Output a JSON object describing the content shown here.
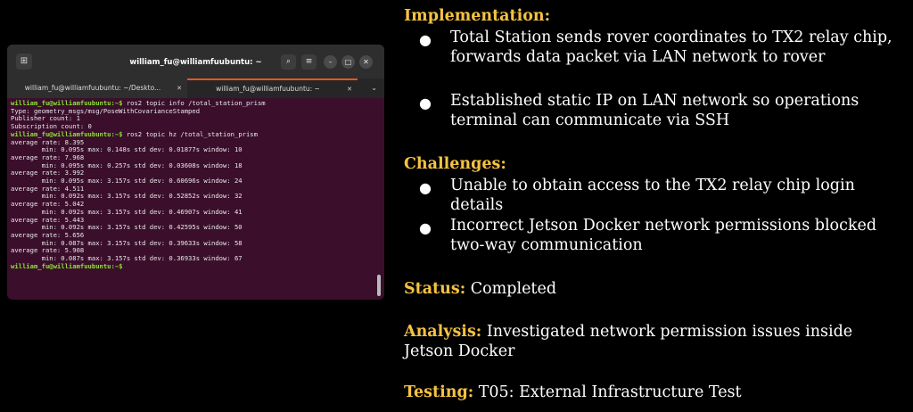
{
  "terminal": {
    "window_title": "william_fu@williamfuubuntu: ~",
    "tabs": [
      {
        "label": "william_fu@williamfuubuntu: ~/Deskto...",
        "close": "✕"
      },
      {
        "label": "william_fu@williamfuubuntu: ~",
        "close": "✕"
      }
    ],
    "prompt": "william_fu@williamfuubuntu:~$",
    "lines": [
      {
        "prompt": "william_fu@williamfuubuntu:~$",
        "text": " ros2 topic info /total_station_prism"
      },
      {
        "text": "Type: geometry_msgs/msg/PoseWithCovarianceStamped"
      },
      {
        "text": "Publisher count: 1"
      },
      {
        "text": "Subscription count: 0"
      },
      {
        "prompt": "william_fu@williamfuubuntu:~$",
        "text": " ros2 topic hz /total_station_prism"
      },
      {
        "text": "average rate: 8.395"
      },
      {
        "text": "        min: 0.095s max: 0.148s std dev: 0.01877s window: 10"
      },
      {
        "text": "average rate: 7.968"
      },
      {
        "text": "        min: 0.095s max: 0.257s std dev: 0.03608s window: 18"
      },
      {
        "text": "average rate: 3.992"
      },
      {
        "text": "        min: 0.095s max: 3.157s std dev: 0.60696s window: 24"
      },
      {
        "text": "average rate: 4.511"
      },
      {
        "text": "        min: 0.092s max: 3.157s std dev: 0.52852s window: 32"
      },
      {
        "text": "average rate: 5.042"
      },
      {
        "text": "        min: 0.092s max: 3.157s std dev: 0.46907s window: 41"
      },
      {
        "text": "average rate: 5.443"
      },
      {
        "text": "        min: 0.092s max: 3.157s std dev: 0.42595s window: 50"
      },
      {
        "text": "average rate: 5.656"
      },
      {
        "text": "        min: 0.087s max: 3.157s std dev: 0.39633s window: 58"
      },
      {
        "text": "average rate: 5.908"
      },
      {
        "text": "        min: 0.087s max: 3.157s std dev: 0.36933s window: 67"
      },
      {
        "prompt": "william_fu@williamfuubuntu:~$",
        "text": ""
      }
    ],
    "icons": [
      "new-tab-icon",
      "search-icon",
      "hamburger-menu-icon",
      "minimize-icon",
      "maximize-icon",
      "close-icon",
      "chevron-down-icon"
    ],
    "colors": {
      "background": "#3b0f2c",
      "prompt": "#8ae234",
      "active_tab": "#e95420"
    }
  },
  "panel": {
    "implementation": {
      "heading": "Implementation:",
      "bullets": [
        "Total Station sends rover coordinates to TX2 relay chip, forwards data packet via LAN network to rover",
        "Established static IP on LAN network so operations terminal can communicate via SSH"
      ]
    },
    "challenges": {
      "heading": "Challenges:",
      "bullets": [
        "Unable to obtain access to the TX2 relay chip login details",
        "Incorrect Jetson Docker network permissions blocked two-way communication"
      ]
    },
    "status": {
      "label": "Status:",
      "value": " Completed"
    },
    "analysis": {
      "label": "Analysis:",
      "value": " Investigated network permission issues inside Jetson Docker"
    },
    "testing": {
      "label": "Testing:",
      "value": " T05: External Infrastructure Test"
    },
    "bullet_glyph": "●",
    "colors": {
      "heading": "#f5c242",
      "text": "#ffffff",
      "background": "#000000"
    }
  }
}
